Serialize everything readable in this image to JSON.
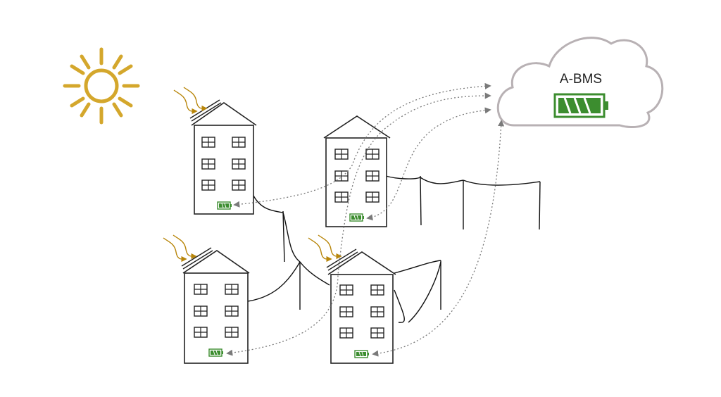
{
  "cloud": {
    "label": "A-BMS",
    "outline_color": "#b8b1b4"
  },
  "colors": {
    "sun": "#d4a72c",
    "rays": "#b8860b",
    "battery": "#3c8d2f",
    "building_stroke": "#222222",
    "link": "#7a7a7a",
    "wire": "#111111"
  },
  "icons": {
    "sun": "sun-icon",
    "battery": "battery-icon",
    "cloud": "cloud-icon",
    "solar_rays": "solar-rays-icon"
  },
  "buildings": [
    {
      "id": "building-top-left",
      "has_solar": true
    },
    {
      "id": "building-top-middle",
      "has_solar": false
    },
    {
      "id": "building-bottom-left",
      "has_solar": true
    },
    {
      "id": "building-bottom-middle",
      "has_solar": true
    }
  ]
}
